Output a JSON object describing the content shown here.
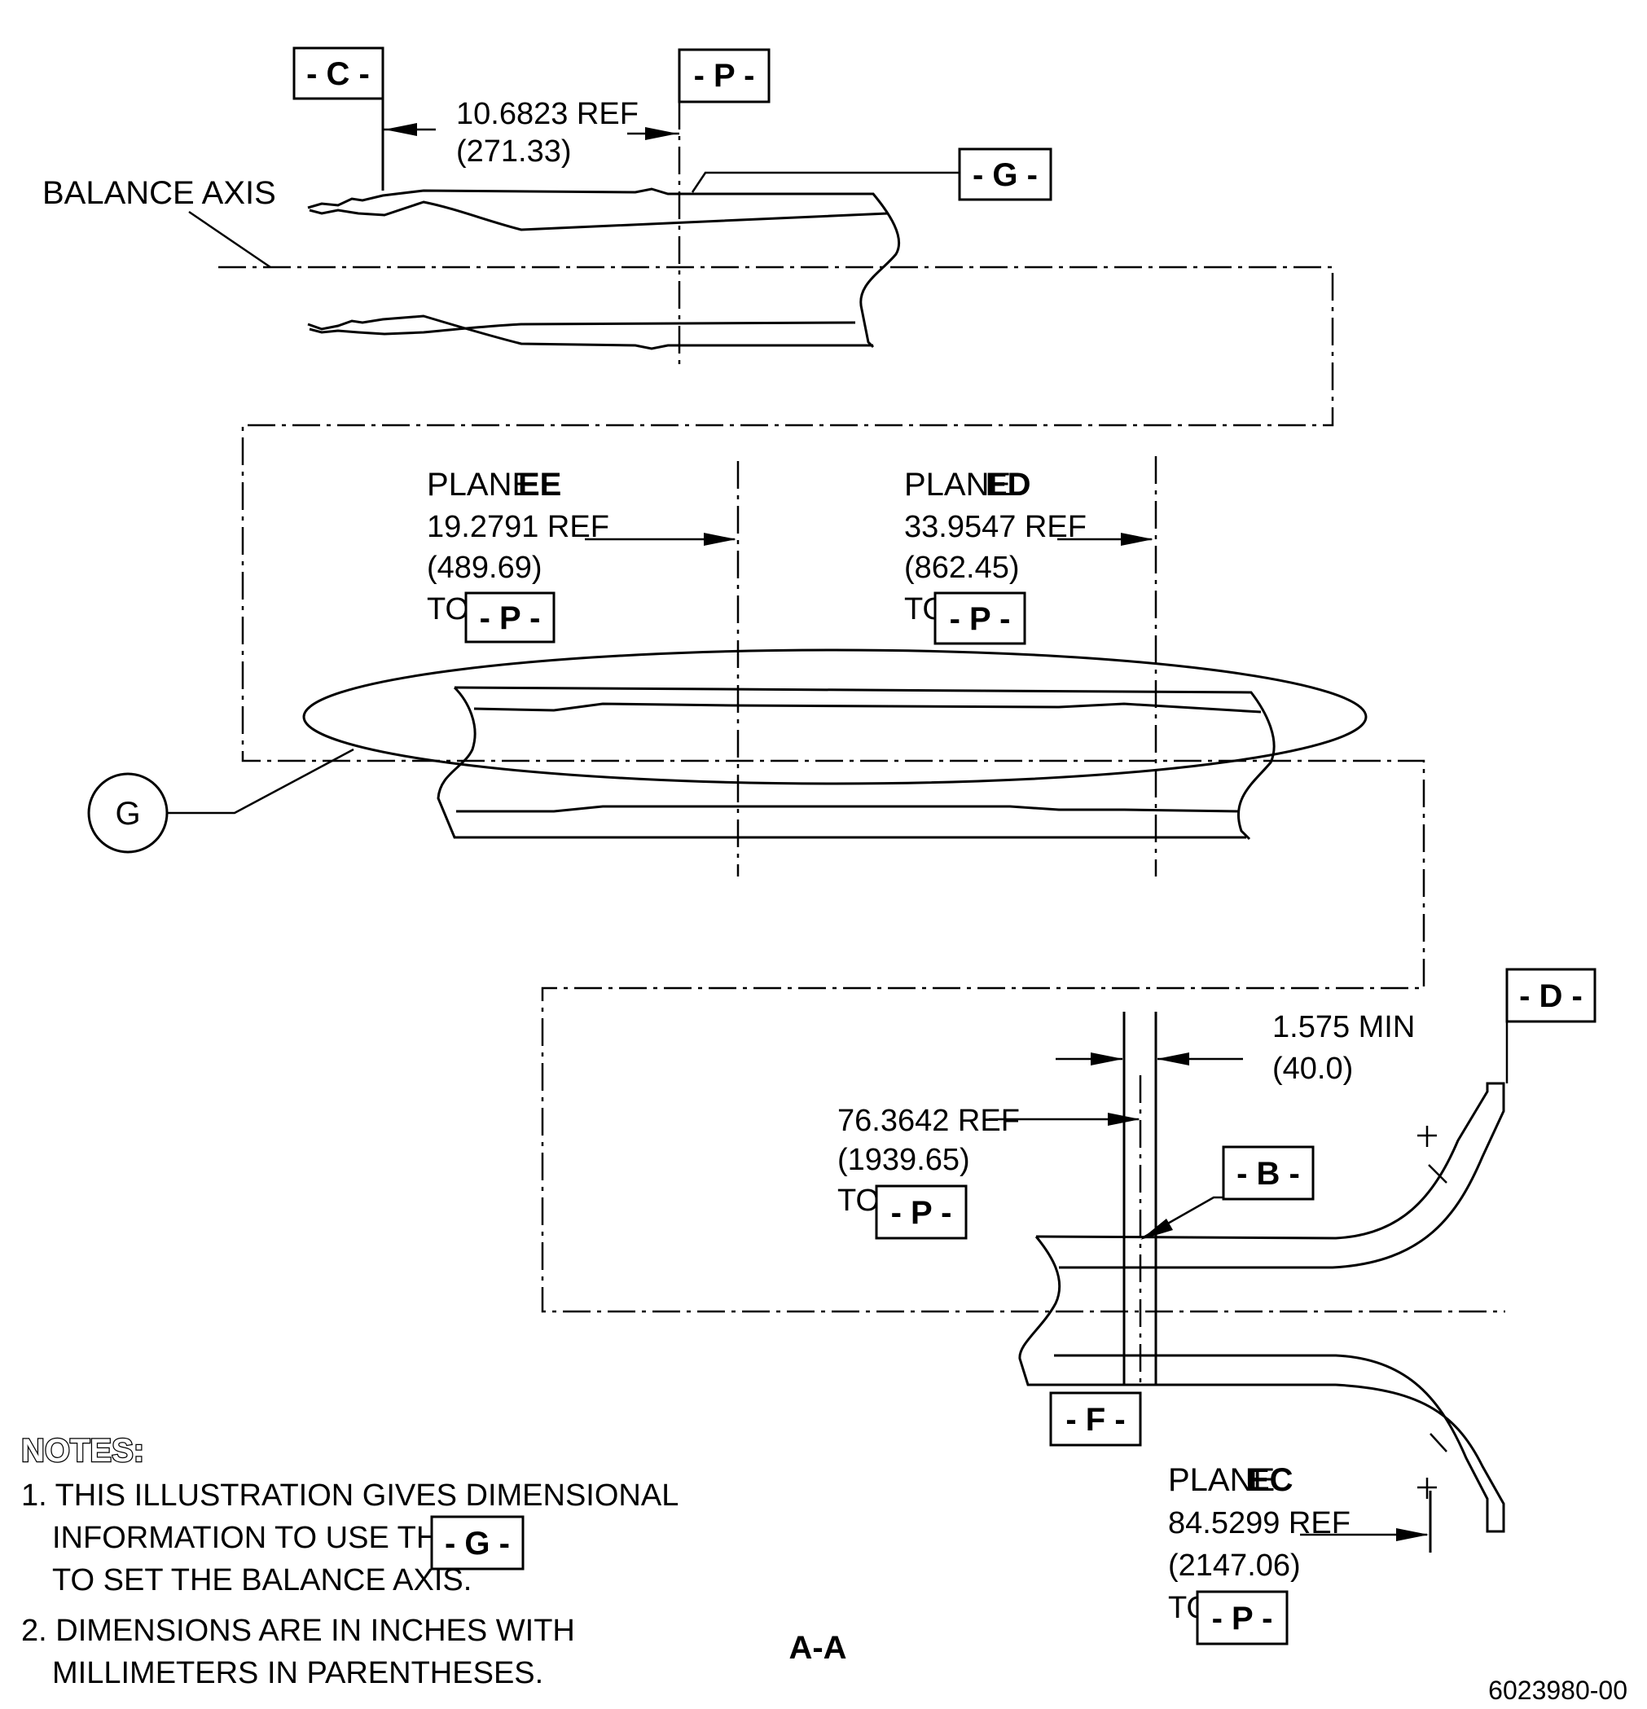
{
  "datums": {
    "c": "- C -",
    "p": "- P -",
    "g": "- G -",
    "d": "- D -",
    "b": "- B -",
    "f": "- F -"
  },
  "dimensions": {
    "c_to_p_in": "10.6823 REF",
    "c_to_p_mm": "(271.33)",
    "ee_plane": "PLANE",
    "ee_name": "EE",
    "ee_in": "19.2791 REF",
    "ee_mm": "(489.69)",
    "ee_to": "TO",
    "ed_plane": "PLANE",
    "ed_name": "ED",
    "ed_in": "33.9547 REF",
    "ed_mm": "(862.45)",
    "ed_to": "TO",
    "min_in": "1.575 MIN",
    "min_mm": "(40.0)",
    "b_in": "76.3642 REF",
    "b_mm": "(1939.65)",
    "b_to": "TO",
    "ec_plane": "PLANE",
    "ec_name": "EC",
    "ec_in": "84.5299 REF",
    "ec_mm": "(2147.06)",
    "ec_to": "TO"
  },
  "labels": {
    "balance_axis": "BALANCE AXIS",
    "detail_g": "G",
    "section": "A-A",
    "drawing_number": "6023980-00"
  },
  "notes": {
    "title": "NOTES:",
    "n1_line1": "1. THIS ILLUSTRATION GIVES DIMENSIONAL",
    "n1_line2": "INFORMATION TO USE THE",
    "n1_line3": "TO SET THE BALANCE AXIS.",
    "n2_line1": "2. DIMENSIONS ARE IN INCHES WITH",
    "n2_line2": "MILLIMETERS IN PARENTHESES."
  }
}
